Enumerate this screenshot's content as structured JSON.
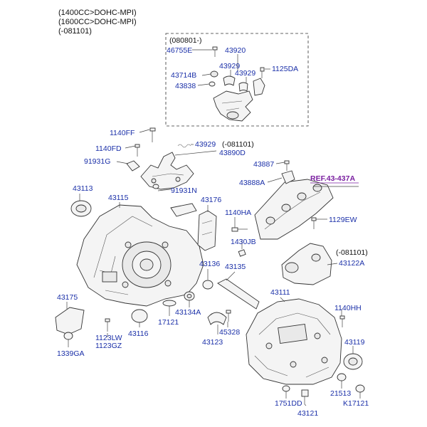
{
  "header": {
    "line1": "(1400CC>DOHC-MPI)",
    "line2": "(1600CC>DOHC-MPI)",
    "line3": "(-081101)"
  },
  "inset": {
    "date_note": "(080801-)"
  },
  "labels": {
    "p46755E": "46755E",
    "p43920": "43920",
    "p43929a": "43929",
    "p43929b": "43929",
    "p1125DA": "1125DA",
    "p43714B": "43714B",
    "p43838": "43838",
    "p1140FF": "1140FF",
    "p1140FD": "1140FD",
    "p43929c": "43929",
    "p081101a": "(-081101)",
    "p43890D": "43890D",
    "p91931G": "91931G",
    "p43887": "43887",
    "p43888A": "43888A",
    "ref": "REF.43-437A",
    "p43113": "43113",
    "p43115": "43115",
    "p91931N": "91931N",
    "p43176": "43176",
    "p1140HA": "1140HA",
    "p1129EW": "1129EW",
    "p1430JB": "1430JB",
    "p081101b": "(-081101)",
    "p43122A": "43122A",
    "p43136": "43136",
    "p43135": "43135",
    "p43111": "43111",
    "p43175": "43175",
    "p43134A": "43134A",
    "p17121": "17121",
    "p43116": "43116",
    "p1140HH": "1140HH",
    "p1123LW": "1123LW",
    "p1123GZ": "1123GZ",
    "p45328": "45328",
    "p43123": "43123",
    "p43119": "43119",
    "p1339GA": "1339GA",
    "p21513": "21513",
    "p1751DD": "1751DD",
    "pK17121": "K17121",
    "p43121": "43121"
  }
}
